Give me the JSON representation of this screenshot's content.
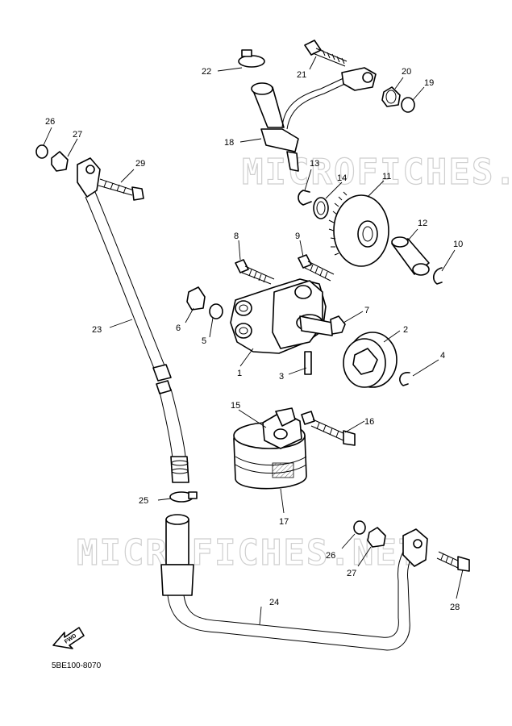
{
  "diagram": {
    "drawing_code": "5BE100-8070",
    "watermark": "MICROFICHES.NET",
    "fwd_label": "FWD",
    "callouts": {
      "c1": "1",
      "c2": "2",
      "c3": "3",
      "c4": "4",
      "c5": "5",
      "c6": "6",
      "c7": "7",
      "c8": "8",
      "c9": "9",
      "c10": "10",
      "c11": "11",
      "c12": "12",
      "c13": "13",
      "c14": "14",
      "c15": "15",
      "c16": "16",
      "c17": "17",
      "c18": "18",
      "c19": "19",
      "c20": "20",
      "c21": "21",
      "c22": "22",
      "c23": "23",
      "c24": "24",
      "c25": "25",
      "c26a": "26",
      "c27a": "27",
      "c26b": "26",
      "c27b": "27",
      "c28": "28",
      "c29": "29"
    }
  }
}
